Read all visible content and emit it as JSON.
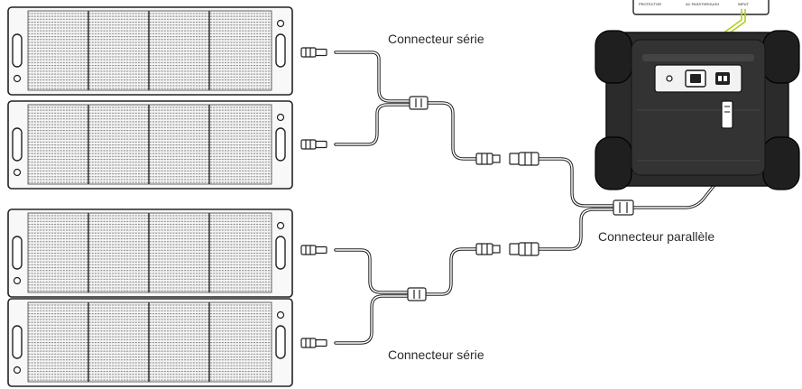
{
  "labels": {
    "series_top": "Connecteur série",
    "series_bottom": "Connecteur série",
    "parallel": "Connecteur parallèle"
  },
  "station": {
    "top_panel_texts": [
      "PROTECTOR",
      "AC PASSTHROUGH",
      "INPUT"
    ]
  },
  "colors": {
    "line": "#222222",
    "panel_fill": "#f6f6f6",
    "station_body": "#2b2b2b",
    "accent": "#b4cc1e"
  },
  "icons": [
    "solar-panel-icon",
    "mc4-connector-icon",
    "power-station-icon"
  ]
}
